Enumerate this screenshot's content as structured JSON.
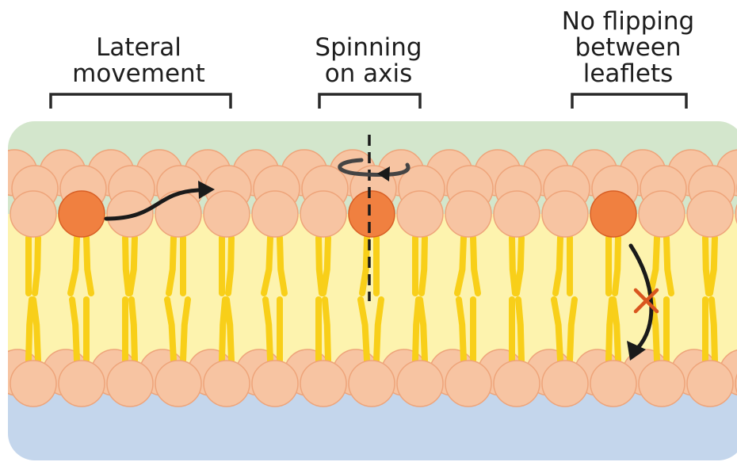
{
  "labels": {
    "lateral": {
      "line1": "Lateral",
      "line2": "movement"
    },
    "spinning": {
      "line1": "Spinning",
      "line2": "on axis"
    },
    "flipping": {
      "line1": "No flipping",
      "line2": "between",
      "line3": "leaflets"
    }
  },
  "colors": {
    "outside": "#d3e6cc",
    "inside": "#c4d6ec",
    "core": "#fdf3ae",
    "head": "#f7c4a2",
    "head_stroke": "#eea47a",
    "highlight_head": "#f08040",
    "highlight_stroke": "#d85f25",
    "tail": "#f8cf19",
    "arrow": "#1a1a1a",
    "cross": "#d9561f"
  },
  "icons": [
    "curved-arrow-icon",
    "rotation-arrow-icon",
    "dashed-axis-icon",
    "flip-arrow-icon",
    "cross-icon"
  ]
}
